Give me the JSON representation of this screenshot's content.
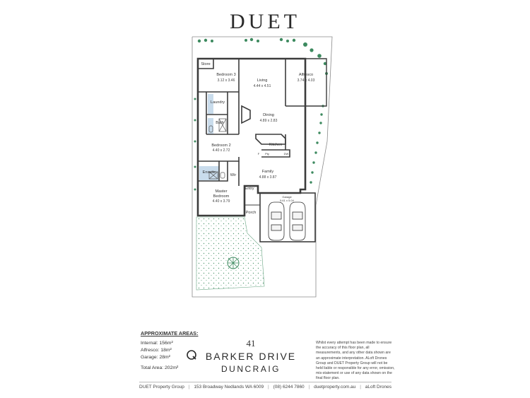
{
  "brand": "DUET",
  "rooms": {
    "store": "Store",
    "bedroom3": {
      "label": "Bedroom 3",
      "dim": "3.12 x 3.46"
    },
    "living": {
      "label": "Living",
      "dim": "4.44 x 4.51"
    },
    "alfresco": {
      "label": "Alfresco",
      "dim": "3.74 x 4.03"
    },
    "laundry": "Laundry",
    "bath": "Bath",
    "dining": {
      "label": "Dining",
      "dim": "4.89 x 2.83"
    },
    "bedroom2": {
      "label": "Bedroom 2",
      "dim": "4.40 x 2.72"
    },
    "kitchen": "Kitchen",
    "pantry": "Pty",
    "dishwasher": "DW",
    "fridge": "F",
    "ensuite": "Ensuite",
    "wir": "Wir",
    "family": {
      "label": "Family",
      "dim": "4.88 x 3.87"
    },
    "entry": "Entry",
    "master": {
      "label1": "Master",
      "label2": "Bedroom",
      "dim": "4.40 x 3.79"
    },
    "garage": {
      "label": "Garage",
      "dim": "5.61 x 5.04"
    },
    "porch": "Porch"
  },
  "areas": {
    "heading": "APPROXIMATE AREAS:",
    "internal": "Internal: 156m²",
    "alfresco": "Alfresco: 18m²",
    "garage": "Garage: 28m²",
    "total": "Total Area: 202m²"
  },
  "address": {
    "number": "41",
    "street": "BARKER DRIVE",
    "suburb": "DUNCRAIG"
  },
  "disclaimer": "Whilst every attempt has been made to ensure the accuracy of this floor plan, all measurements, and any other data shown are an approximate interpretation. ALoft Drones Group and DUET Property Group will not be held liable or responsible for any error, omission, mis-statement or use of any data shown on the final floor plan.",
  "footer": {
    "company": "DUET Property Group",
    "address": "153 Broadway Nedlands WA 6009",
    "phone": "(08) 6244 7860",
    "website": "duetproperty.com.au",
    "credit": "aLoft Drones"
  },
  "colors": {
    "wall": "#3c3c3c",
    "landscape": "#3d8a5f",
    "wet_area": "#c9dcec",
    "lot_line": "#8a8a8a"
  }
}
